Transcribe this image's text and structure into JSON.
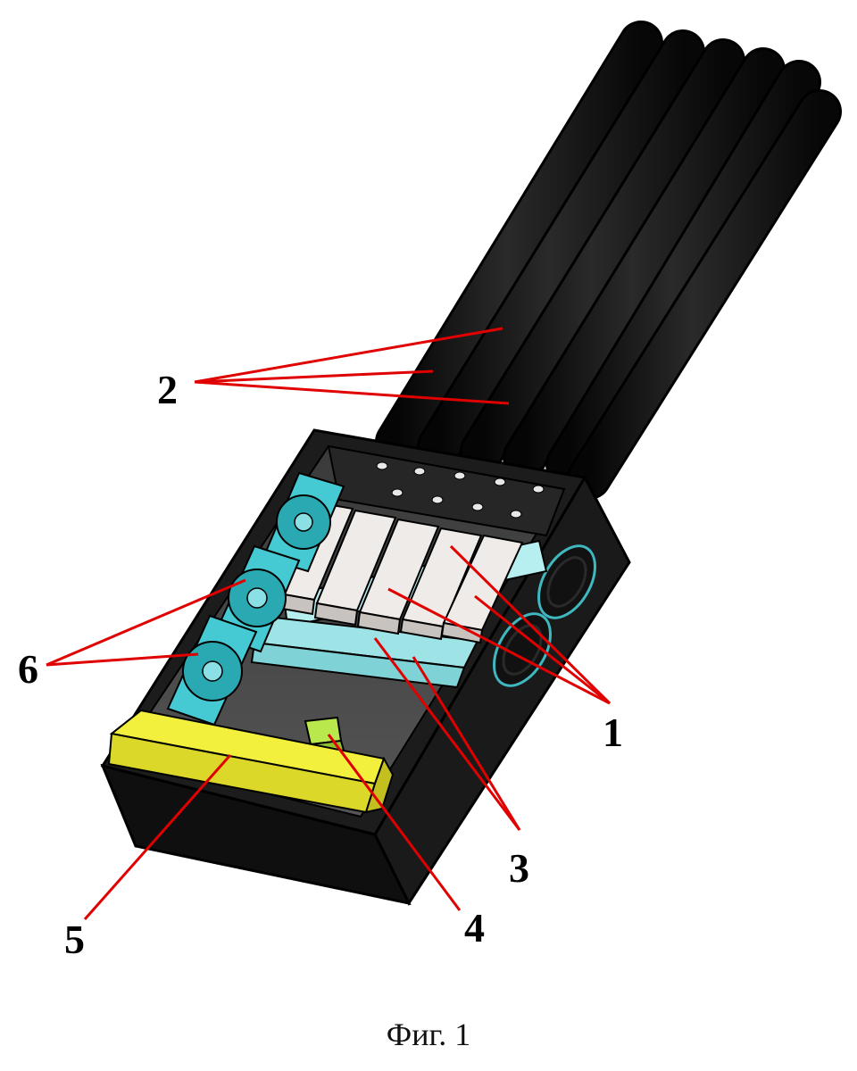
{
  "figure": {
    "caption": "Фиг. 1",
    "callouts": [
      {
        "id": "1",
        "text": "1"
      },
      {
        "id": "2",
        "text": "2"
      },
      {
        "id": "3",
        "text": "3"
      },
      {
        "id": "4",
        "text": "4"
      },
      {
        "id": "5",
        "text": "5"
      },
      {
        "id": "6",
        "text": "6"
      }
    ]
  },
  "colors": {
    "housing": "#121212",
    "antenna": "#151515",
    "module": "#efebe8",
    "cooling_block": "#9ee3e6",
    "fan": "#45c9d2",
    "battery": "#f2f03c",
    "connector": "#b9e84c",
    "leader_line": "#e00000"
  }
}
